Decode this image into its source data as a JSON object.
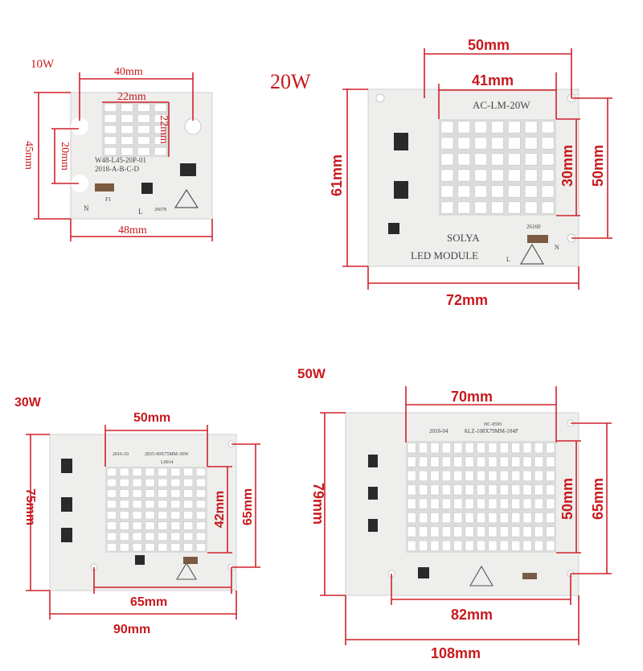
{
  "modules": [
    {
      "id": "10w",
      "title": "10W",
      "dims": {
        "board_w": "48mm",
        "board_h": "45mm",
        "holes_w": "40mm",
        "holes_h": "20mm",
        "leds_w": "22mm",
        "leds_h": "22mm"
      },
      "pcb_text": [
        "W48-L45-20P-01",
        "2018-A-B-C-D",
        "F1",
        "N",
        "L",
        "26078"
      ],
      "led_grid": {
        "cols": 4,
        "rows": 5
      }
    },
    {
      "id": "20w",
      "title": "20W",
      "dims": {
        "board_w": "72mm",
        "board_h": "61mm",
        "holes_w": "50mm",
        "holes_h": "50mm",
        "leds_w": "41mm",
        "leds_h": "30mm"
      },
      "pcb_text": [
        "AC-LM-20W",
        "SOLYA",
        "LED MODULE",
        "26160",
        "N",
        "L"
      ],
      "led_grid": {
        "cols": 7,
        "rows": 6
      }
    },
    {
      "id": "30w",
      "title": "30W",
      "dims": {
        "board_w": "90mm",
        "board_h": "75mm",
        "holes_w": "65mm",
        "holes_h": "65mm",
        "leds_w": "50mm",
        "leds_h": "42mm"
      },
      "pcb_text": [
        "2016-10",
        "2835-90X75MM-30W",
        "L0014"
      ],
      "led_grid": {
        "cols": 8,
        "rows": 8
      }
    },
    {
      "id": "50w",
      "title": "50W",
      "dims": {
        "board_w": "108mm",
        "board_h": "79mm",
        "holes_w": "82mm",
        "holes_h": "65mm",
        "leds_w": "70mm",
        "leds_h": "50mm"
      },
      "pcb_text": [
        "HC-8595",
        "2018-04",
        "ALZ-108X79MM-104P"
      ],
      "led_grid": {
        "cols": 13,
        "rows": 8
      }
    }
  ]
}
